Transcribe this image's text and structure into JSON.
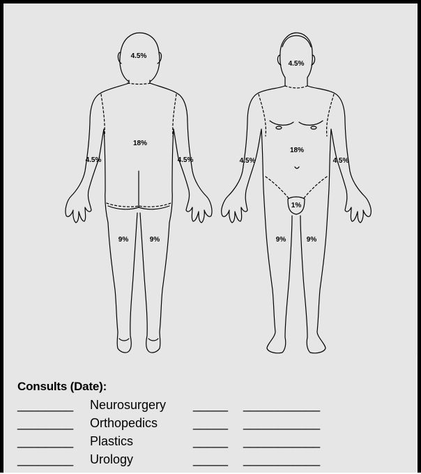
{
  "body_chart": {
    "back_view": {
      "head": "4.5%",
      "trunk": "18%",
      "left_arm": "4.5%",
      "right_arm": "4.5%",
      "left_leg": "9%",
      "right_leg": "9%"
    },
    "front_view": {
      "head": "4.5%",
      "trunk": "18%",
      "left_arm": "4.5%",
      "right_arm": "4.5%",
      "genitals": "1%",
      "left_leg": "9%",
      "right_leg": "9%"
    }
  },
  "consults": {
    "title": "Consults (Date):",
    "rows": [
      {
        "blank_a": "________",
        "label": "Neurosurgery",
        "blank_b": "_____",
        "blank_c": "___________"
      },
      {
        "blank_a": "________",
        "label": "Orthopedics",
        "blank_b": "_____",
        "blank_c": "___________"
      },
      {
        "blank_a": "________",
        "label": "Plastics",
        "blank_b": "_____",
        "blank_c": "___________"
      },
      {
        "blank_a": "________",
        "label": "Urology",
        "blank_b": "_____",
        "blank_c": "___________"
      }
    ]
  }
}
